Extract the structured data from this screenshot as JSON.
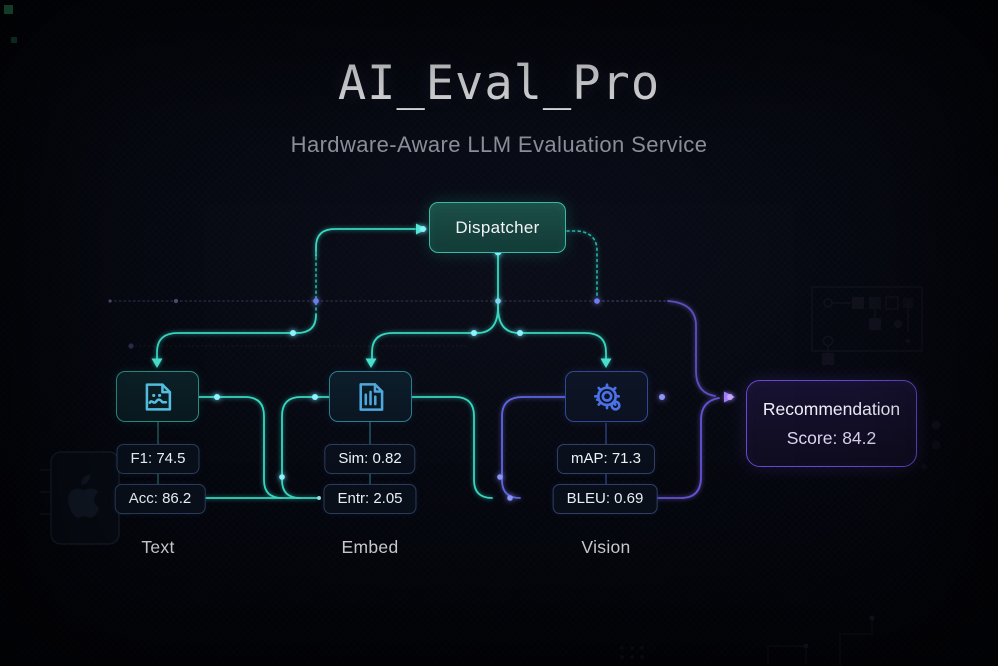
{
  "title": "AI_Eval_Pro",
  "subtitle": "Hardware-Aware LLM Evaluation Service",
  "dispatcher": {
    "label": "Dispatcher"
  },
  "branches": [
    {
      "label": "Text",
      "icon": "image-document-icon",
      "metrics": [
        "F1: 74.5",
        "Acc: 86.2"
      ]
    },
    {
      "label": "Embed",
      "icon": "bar-chart-document-icon",
      "metrics": [
        "Sim: 0.82",
        "Entr: 2.05"
      ]
    },
    {
      "label": "Vision",
      "icon": "gear-search-icon",
      "metrics": [
        "mAP: 71.3",
        "BLEU: 0.69"
      ]
    }
  ],
  "recommendation": {
    "line1": "Recommendation",
    "line2": "Score: 84.2"
  },
  "colors": {
    "teal_wire": "#38d6c0",
    "cyan_glow_dot": "#8ef2ff",
    "blue_wire": "#5668e0",
    "purple_wire": "#8a5cf5",
    "dispatcher_border": "#3cb9a6",
    "recommendation_border": "#6847d2"
  }
}
